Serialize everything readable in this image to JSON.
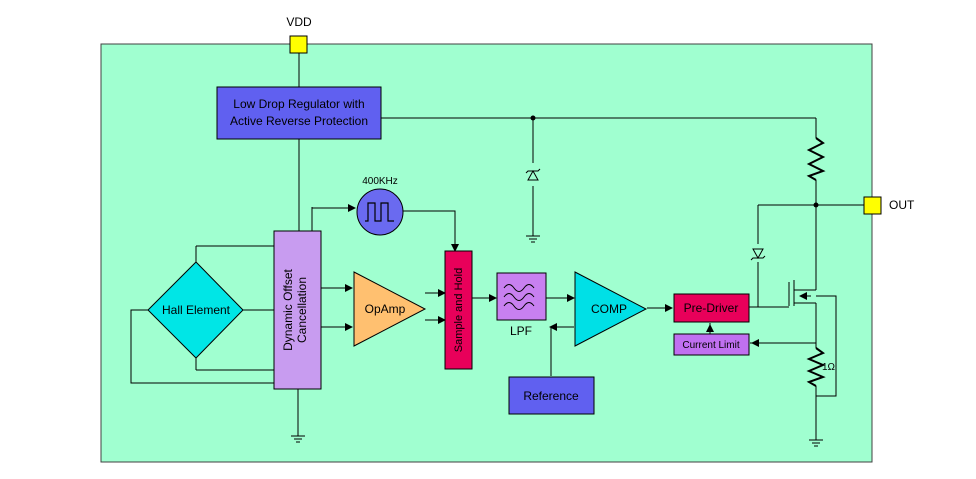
{
  "pins": {
    "vdd": "VDD",
    "out": "OUT"
  },
  "blocks": {
    "regulator": {
      "line1": "Low Drop Regulator with",
      "line2": "Active Reverse Protection"
    },
    "hall": "Hall Element",
    "offset": {
      "line1": "Dynamic Offset",
      "line2": "Cancellation"
    },
    "oscillator_label": "400KHz",
    "opamp": "OpAmp",
    "sample_hold": "Sample and Hold",
    "lpf": "LPF",
    "comp": "COMP",
    "reference": "Reference",
    "pre_driver": "Pre-Driver",
    "current_limit": "Current Limit",
    "sense_resistor": "1Ω"
  },
  "colors": {
    "chip_body": "#a0ffd0",
    "regulator": "#6060f0",
    "hall": "#00e6e6",
    "offset": "#c89cf0",
    "oscillator": "#6a6af0",
    "opamp": "#ffc070",
    "sample_hold": "#e8005a",
    "lpf": "#c880f0",
    "comp": "#00e0e6",
    "reference": "#6060f0",
    "pre_driver": "#e8005a",
    "current_limit": "#c070f0",
    "pin": "#ffff00"
  }
}
